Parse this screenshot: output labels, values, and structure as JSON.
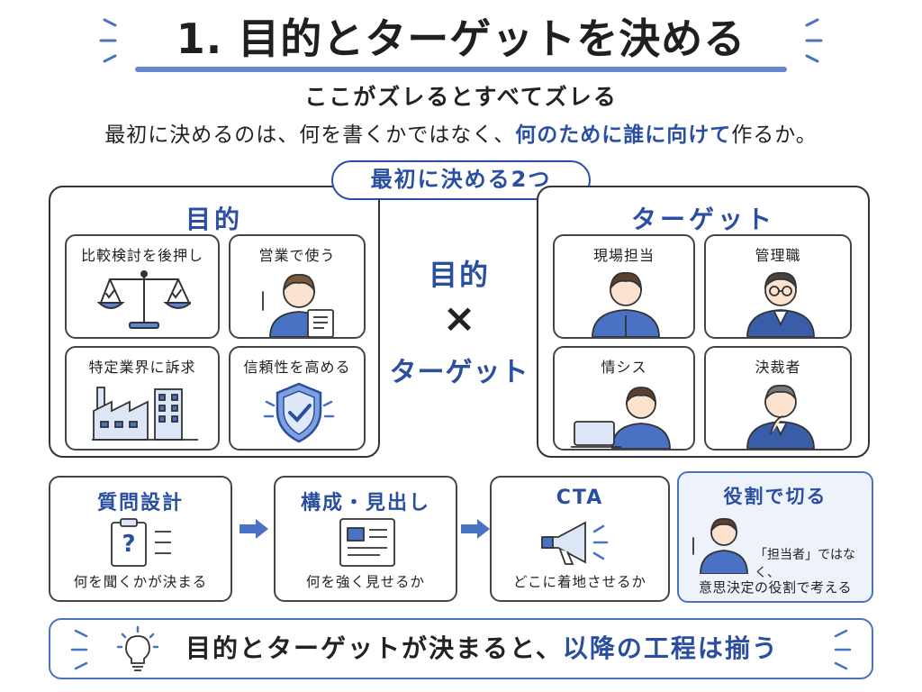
{
  "title": "1. 目的とターゲットを決める",
  "subtitle": "ここがズレるとすべてズレる",
  "intro": {
    "before": "最初に決めるのは、何を書くかではなく、",
    "emphasis": "何のために誰に向けて",
    "after": "作るか。"
  },
  "decide_two": "最初に決める2つ",
  "purpose": {
    "title": "目的",
    "items": [
      {
        "label": "比較検討を後押し",
        "icon": "balance-scale-icon"
      },
      {
        "label": "営業で使う",
        "icon": "salesperson-clipboard-icon"
      },
      {
        "label": "特定業界に訴求",
        "icon": "factory-icon"
      },
      {
        "label": "信頼性を高める",
        "icon": "shield-check-icon"
      }
    ]
  },
  "center": {
    "top": "目的",
    "times": "×",
    "bottom": "ターゲット"
  },
  "target": {
    "title": "ターゲット",
    "items": [
      {
        "label": "現場担当",
        "icon": "field-staff-icon"
      },
      {
        "label": "管理職",
        "icon": "manager-icon"
      },
      {
        "label": "情シス",
        "icon": "it-staff-laptop-icon"
      },
      {
        "label": "決裁者",
        "icon": "decision-maker-icon"
      }
    ]
  },
  "flow": [
    {
      "title": "質問設計",
      "caption": "何を聞くかが決まる",
      "icon": "clipboard-question-icon"
    },
    {
      "title": "構成・見出し",
      "caption": "何を強く見せるか",
      "icon": "document-layout-icon"
    },
    {
      "title": "CTA",
      "caption": "どこに着地させるか",
      "icon": "megaphone-icon"
    }
  ],
  "role": {
    "title": "役割で切る",
    "text1": "「担当者」ではなく、",
    "text2": "意思決定の役割で考える"
  },
  "footer": {
    "before": "目的とターゲットが決まると、",
    "emphasis": "以降の工程は揃う"
  },
  "colors": {
    "accent": "#2a4fa0",
    "accent_light": "#4a72c4",
    "panel_fill": "#eef3fb",
    "text": "#222222"
  }
}
